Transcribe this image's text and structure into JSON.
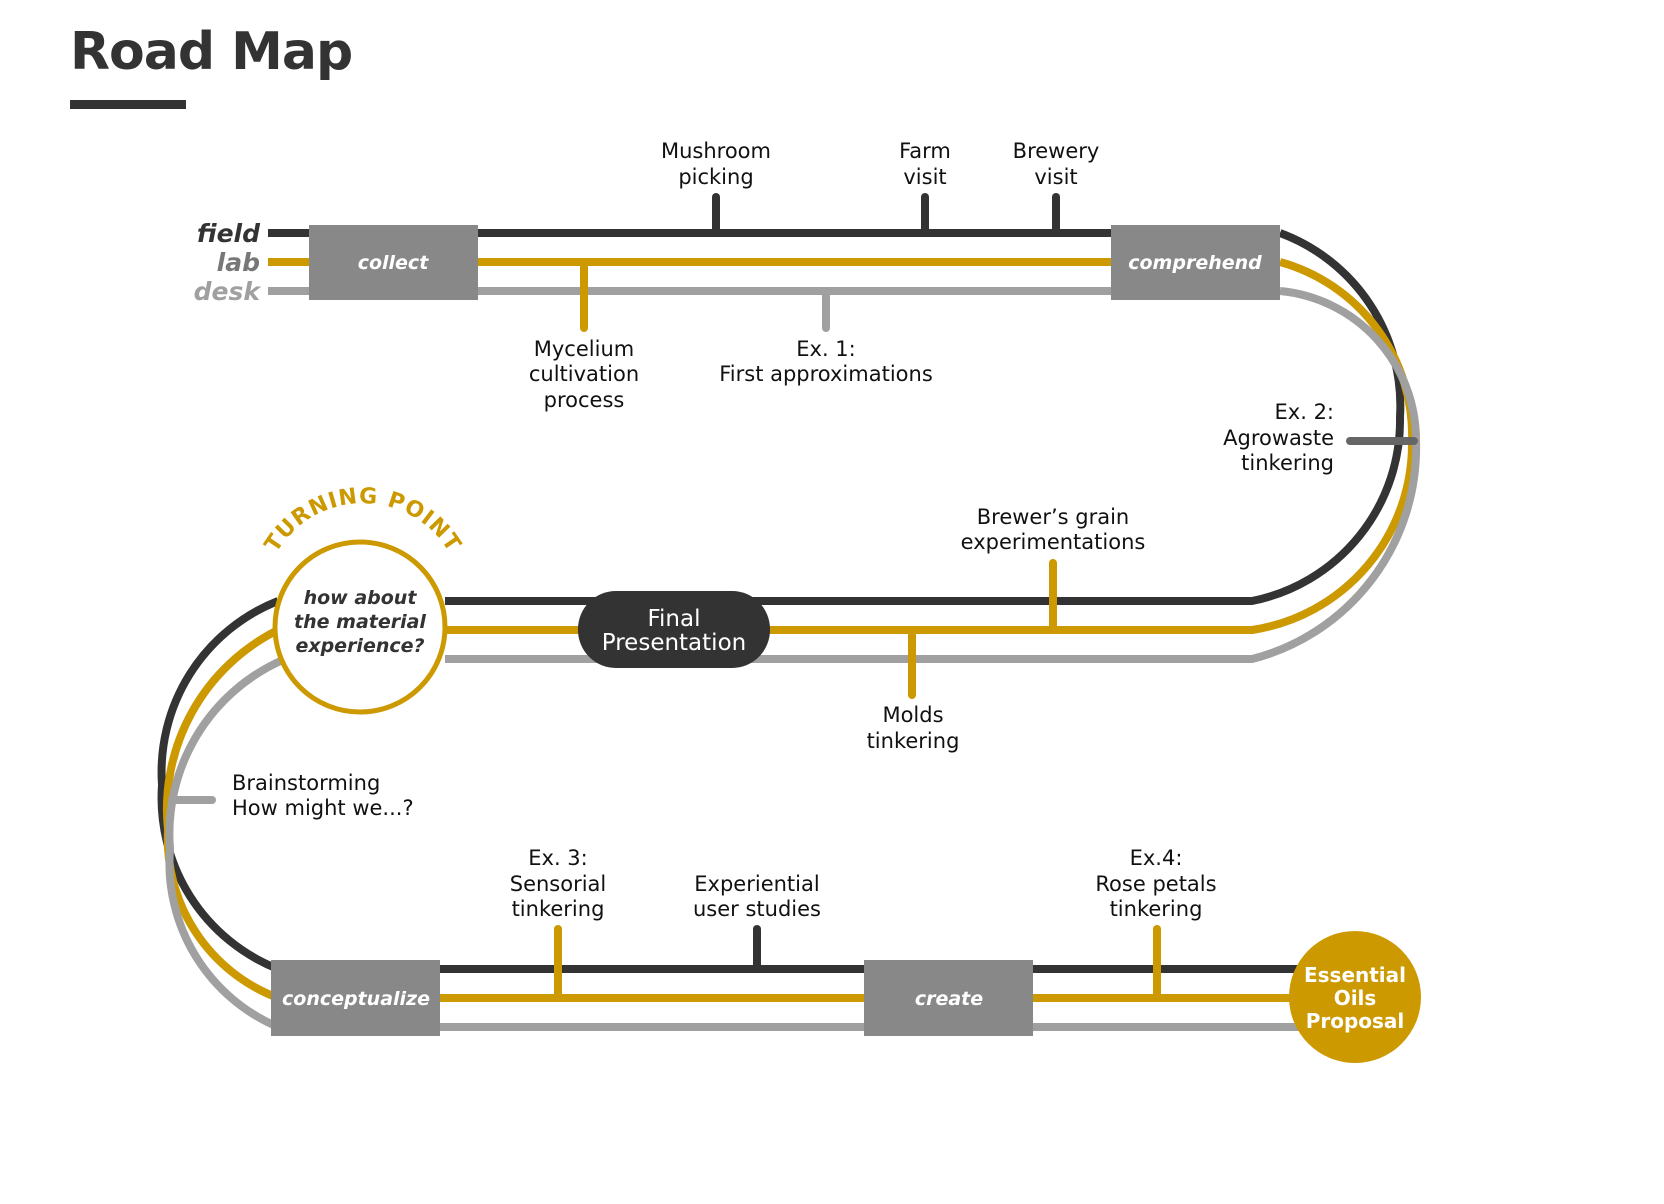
{
  "title": "Road Map",
  "colors": {
    "field": "#333333",
    "lab": "#cc9900",
    "desk": "#a0a0a0",
    "stage_box": "#888888",
    "ex2_stub": "#666666"
  },
  "lanes": [
    {
      "id": "field",
      "label": "field"
    },
    {
      "id": "lab",
      "label": "lab"
    },
    {
      "id": "desk",
      "label": "desk"
    }
  ],
  "stages": [
    {
      "id": "collect",
      "label": "collect"
    },
    {
      "id": "comprehend",
      "label": "comprehend"
    },
    {
      "id": "conceptualize",
      "label": "conceptualize"
    },
    {
      "id": "create",
      "label": "create"
    }
  ],
  "milestones": {
    "mushroom": {
      "lines": [
        "Mushroom",
        "picking"
      ],
      "lane": "field"
    },
    "farm": {
      "lines": [
        "Farm",
        "visit"
      ],
      "lane": "field"
    },
    "brewery": {
      "lines": [
        "Brewery",
        "visit"
      ],
      "lane": "field"
    },
    "mycelium": {
      "lines": [
        "Mycelium",
        "cultivation",
        "process"
      ],
      "lane": "lab"
    },
    "ex1": {
      "lines": [
        "Ex. 1:",
        "First approximations"
      ],
      "lane": "desk"
    },
    "ex2": {
      "lines": [
        "Ex. 2:",
        "Agrowaste",
        "tinkering"
      ],
      "lane": "all"
    },
    "brewers": {
      "lines": [
        "Brewer’s grain",
        "experimentations"
      ],
      "lane": "lab"
    },
    "molds": {
      "lines": [
        "Molds",
        "tinkering"
      ],
      "lane": "lab"
    },
    "brainstorm": {
      "lines": [
        "Brainstorming",
        "How might we...?"
      ],
      "lane": "desk"
    },
    "ex3": {
      "lines": [
        "Ex. 3:",
        "Sensorial",
        "tinkering"
      ],
      "lane": "lab"
    },
    "experiential": {
      "lines": [
        "Experiential",
        "user studies"
      ],
      "lane": "field"
    },
    "ex4": {
      "lines": [
        "Ex.4:",
        "Rose petals",
        "tinkering"
      ],
      "lane": "lab"
    }
  },
  "final_presentation": {
    "lines": [
      "Final",
      "Presentation"
    ]
  },
  "turning_point": {
    "arc_label": "TURNING POINT",
    "question_lines": [
      "how about",
      "the material",
      "experience?"
    ]
  },
  "end_node": {
    "lines": [
      "Essential",
      "Oils",
      "Proposal"
    ]
  }
}
